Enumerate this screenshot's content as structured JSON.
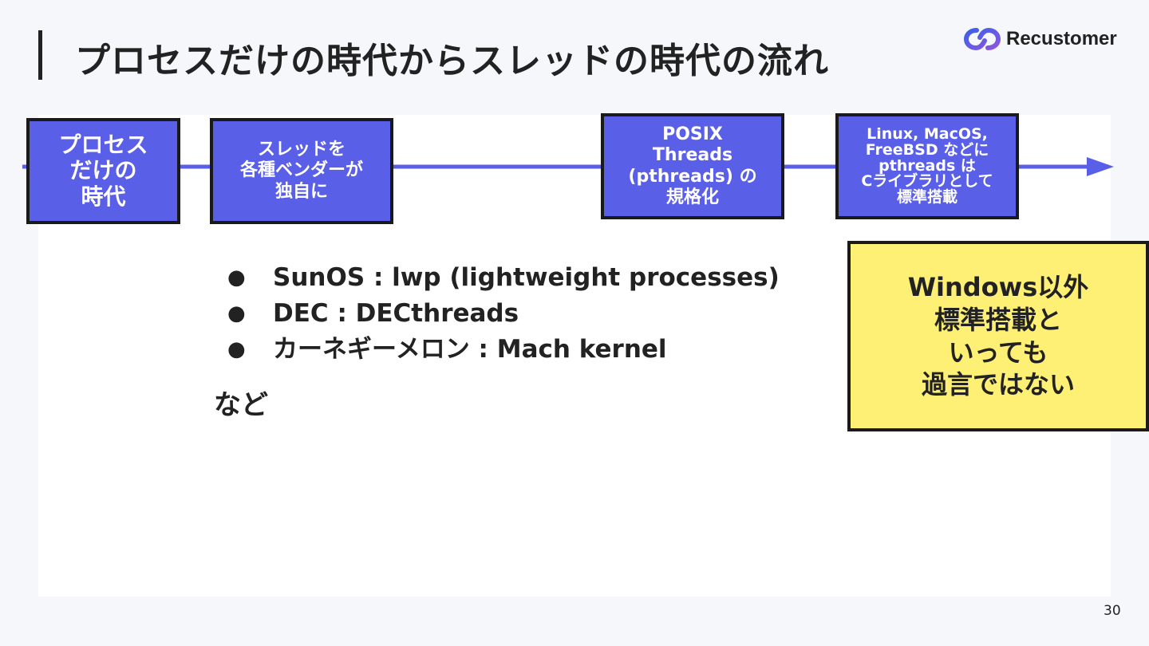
{
  "title": "プロセスだけの時代からスレッドの時代の流れ",
  "logo": {
    "text": "Recustomer",
    "icon": "infinity-logo-icon",
    "colors": [
      "#3f5fe8",
      "#8a56e0"
    ]
  },
  "timeline": {
    "line_color": "#5a5fe8",
    "boxes": [
      "プロセス\nだけの\n時代",
      "スレッドを\n各種ベンダーが\n独自に",
      "POSIX\nThreads\n(pthreads) の\n規格化",
      "Linux, MacOS,\nFreeBSD などに\npthreads は\nCライブラリとして\n標準搭載"
    ]
  },
  "bullets": [
    "SunOS : lwp (lightweight processes)",
    "DEC : DECthreads",
    "カーネギーメロン :  Mach kernel"
  ],
  "bullet_symbol": "●",
  "etc": "など",
  "note": "Windows以外\n標準搭載と\nいっても\n過言ではない",
  "colors": {
    "box_fill": "#5a5fe8",
    "note_fill": "#fdf075",
    "border": "#1a1a1a"
  },
  "page_number": "30"
}
